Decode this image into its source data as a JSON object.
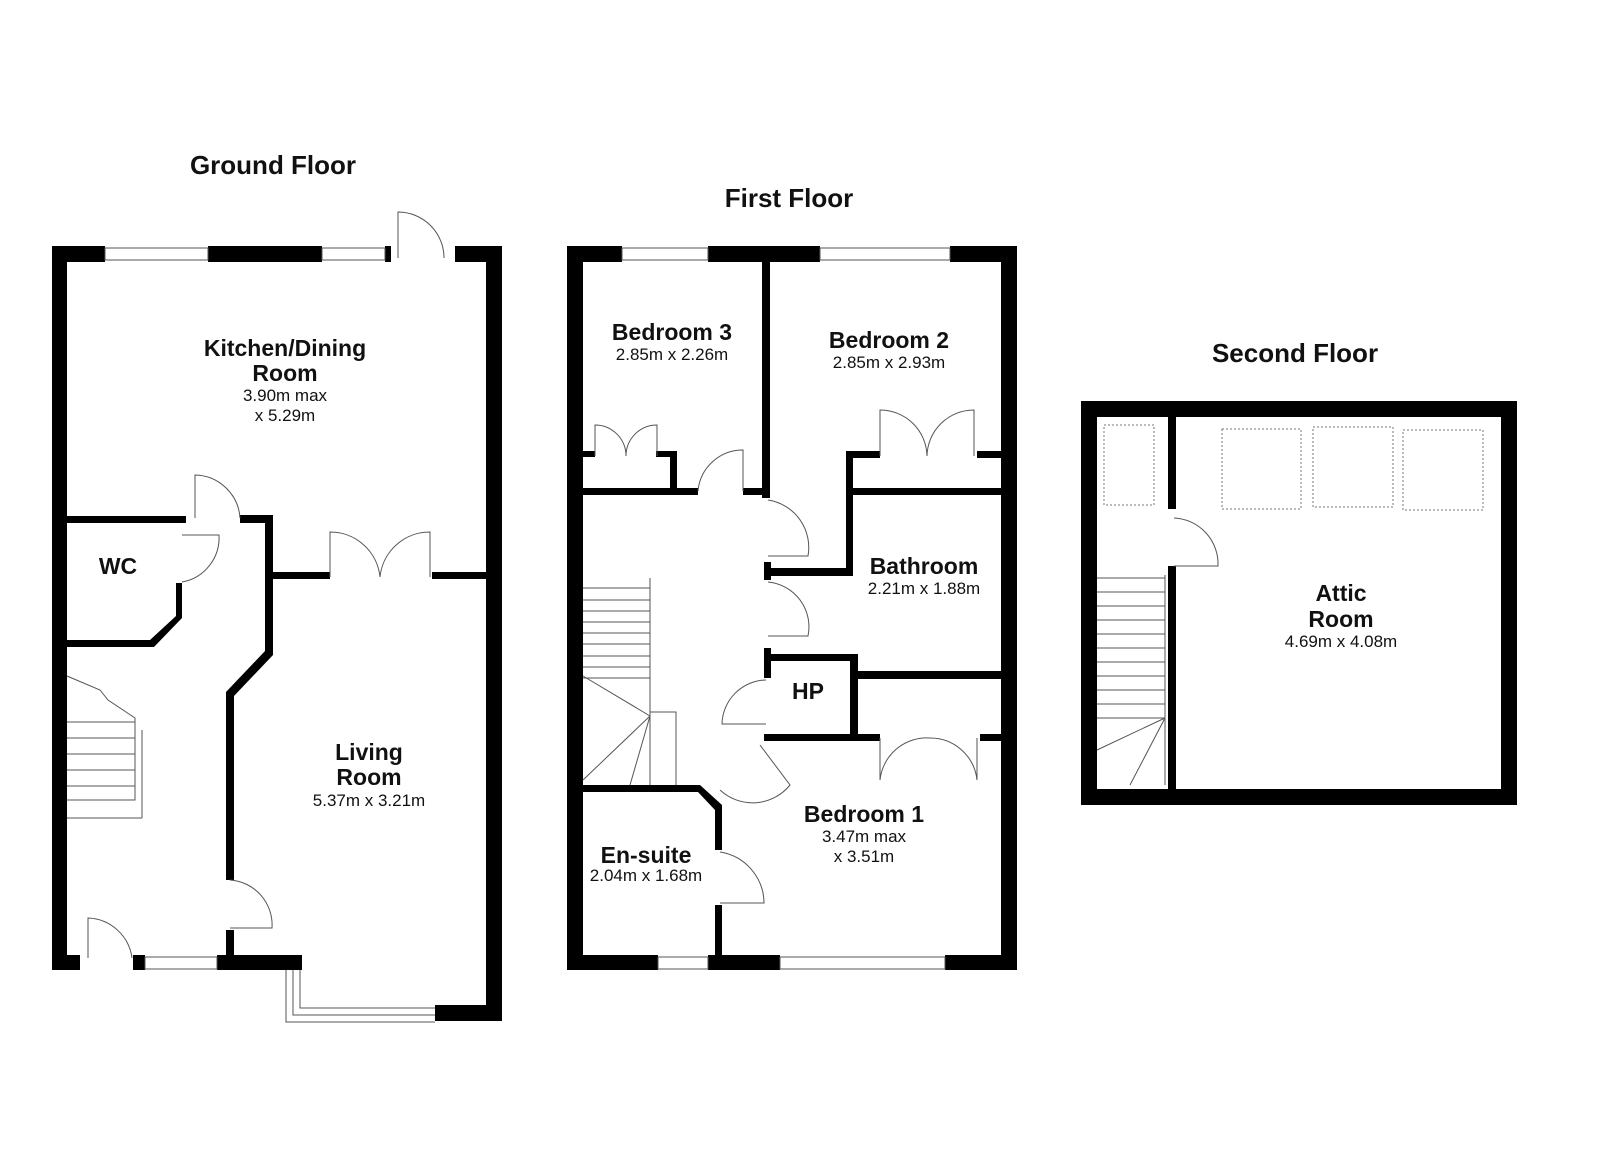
{
  "floors": {
    "ground": {
      "title": "Ground Floor",
      "rooms": {
        "kitchen": {
          "name1": "Kitchen/Dining",
          "name2": "Room",
          "dim1": "3.90m max",
          "dim2": "x 5.29m"
        },
        "wc": {
          "name": "WC"
        },
        "living": {
          "name1": "Living",
          "name2": "Room",
          "dim": "5.37m x 3.21m"
        }
      }
    },
    "first": {
      "title": "First Floor",
      "rooms": {
        "bedroom3": {
          "name": "Bedroom 3",
          "dim": "2.85m x 2.26m"
        },
        "bedroom2": {
          "name": "Bedroom 2",
          "dim": "2.85m x 2.93m"
        },
        "bathroom": {
          "name": "Bathroom",
          "dim": "2.21m x 1.88m"
        },
        "hp": {
          "name": "HP"
        },
        "bedroom1": {
          "name": "Bedroom 1",
          "dim1": "3.47m max",
          "dim2": "x 3.51m"
        },
        "ensuite": {
          "name": "En-suite",
          "dim": "2.04m x 1.68m"
        }
      }
    },
    "second": {
      "title": "Second Floor",
      "rooms": {
        "attic": {
          "name1": "Attic",
          "name2": "Room",
          "dim": "4.69m x 4.08m"
        }
      }
    }
  }
}
